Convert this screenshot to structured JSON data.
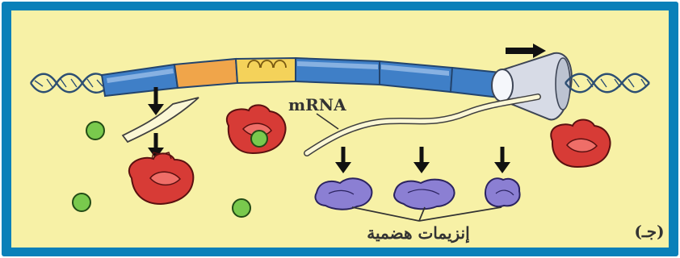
{
  "labels": {
    "mrna": "mRNA",
    "enzymes": "إنزيمات هضمية",
    "panel": "(جـ)"
  },
  "colors": {
    "border": "#0a80b9",
    "background": "#f7f1a6",
    "dna_blue": "#3f7fc7",
    "gene_orange": "#f0a54a",
    "gene_yellow": "#f4d25a",
    "repressor_red": "#d73b36",
    "enzyme_purple": "#8b7fd3",
    "molecule_green": "#79c94d",
    "polymerase_gray": "#d7dbe6"
  },
  "icons": {
    "dna": "dna-helix-icon",
    "polymerase": "rna-polymerase-icon",
    "direction": "right-arrow-icon",
    "down_arrow": "down-arrow-icon",
    "repressor": "repressor-protein-icon",
    "enzyme": "enzyme-icon",
    "molecule": "inducer-molecule-icon"
  }
}
